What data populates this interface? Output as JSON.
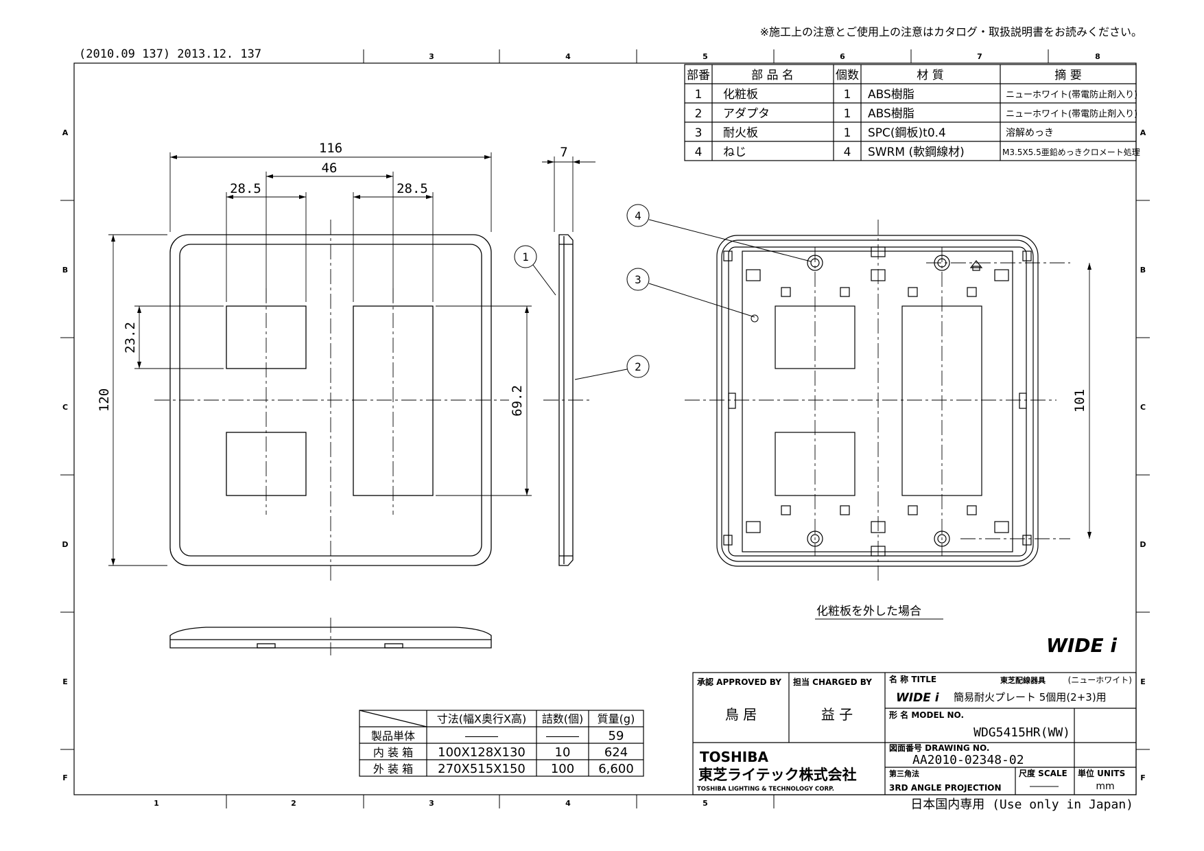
{
  "header": {
    "notice": "※施工上の注意とご使用上の注意はカタログ・取扱説明書をお読みください。",
    "revision": "(2010.09 137) 2013.12. 137"
  },
  "frame": {
    "col_labels_top": [
      "3",
      "4",
      "5",
      "6",
      "7",
      "8"
    ],
    "col_labels_bottom": [
      "1",
      "2",
      "3",
      "4",
      "5"
    ],
    "row_labels": [
      "A",
      "B",
      "C",
      "D",
      "E",
      "F"
    ]
  },
  "parts_table": {
    "headers": [
      "部番",
      "部 品 名",
      "個数",
      "材 質",
      "摘 要"
    ],
    "rows": [
      [
        "1",
        "化粧板",
        "1",
        "ABS樹脂",
        "ニューホワイト(帯電防止剤入り)"
      ],
      [
        "2",
        "アダプタ",
        "1",
        "ABS樹脂",
        "ニューホワイト(帯電防止剤入り)"
      ],
      [
        "3",
        "耐火板",
        "1",
        "SPC(鋼板)t0.4",
        "溶解めっき"
      ],
      [
        "4",
        "ねじ",
        "4",
        "SWRM (軟鋼線材)",
        "M3.5X5.5亜鉛めっきクロメート処理"
      ]
    ]
  },
  "dimensions": {
    "width_total": "116",
    "center_gap": "46",
    "left_offset": "28.5",
    "right_offset": "28.5",
    "thickness": "7",
    "height_total": "120",
    "small_opening": "23.2",
    "large_opening": "69.2",
    "mount_pitch": "101"
  },
  "callouts": [
    "1",
    "2",
    "3",
    "4"
  ],
  "view_caption": "化粧板を外した場合",
  "brand_logo": "WIDE i",
  "packaging_table": {
    "headers": [
      "",
      "寸法(幅X奥行X高)",
      "詰数(個)",
      "質量(g)"
    ],
    "rows": [
      [
        "製品単体",
        "―――",
        "―――",
        "59"
      ],
      [
        "内 装 箱",
        "100X128X130",
        "10",
        "624"
      ],
      [
        "外 装 箱",
        "270X515X150",
        "100",
        "6,600"
      ]
    ]
  },
  "title_block": {
    "approved_label": "承認 APPROVED BY",
    "approved_name": "鳥 居",
    "charged_label": "担当 CHARGED BY",
    "charged_name": "益 子",
    "title_label": "名 称 TITLE",
    "title_maker": "東芝配線器具",
    "title_color": "(ニューホワイト)",
    "title_logo": "WIDE i",
    "title_text": "簡易耐火プレート 5個用(2+3)用",
    "model_label": "形 名 MODEL NO.",
    "model_no": "WDG5415HR(WW)",
    "drawing_label": "図面番号 DRAWING NO.",
    "drawing_no": "AA2010-02348-02",
    "projection_label": "第三角法",
    "projection": "3RD ANGLE PROJECTION",
    "scale_label": "尺度 SCALE",
    "scale_value": "―――",
    "units_label": "単位 UNITS",
    "units_value": "mm",
    "company_en_logo": "TOSHIBA",
    "company_jp": "東芝ライテック株式会社",
    "company_en": "TOSHIBA LIGHTING & TECHNOLOGY CORP."
  },
  "footer_note": "日本国内専用 (Use only in Japan)"
}
